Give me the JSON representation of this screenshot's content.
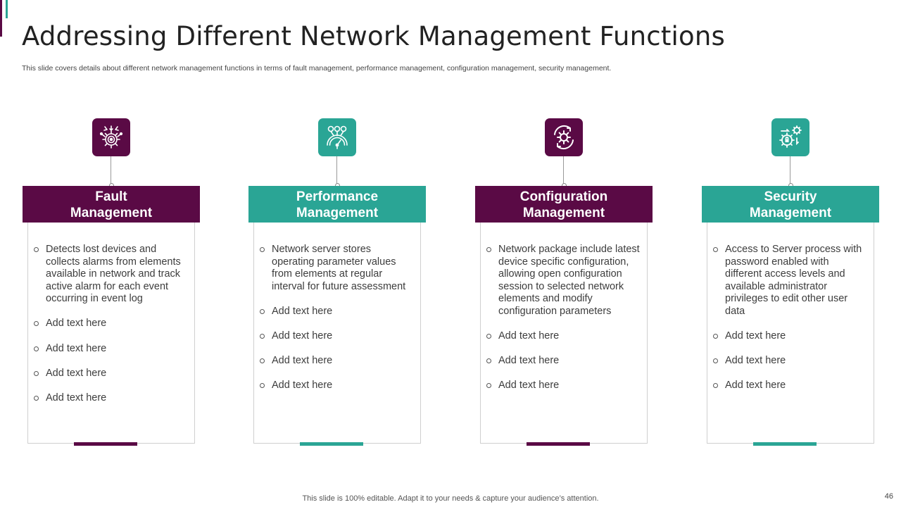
{
  "slide": {
    "title": "Addressing Different Network Management Functions",
    "subtitle": "This slide covers details about different network management functions in terms of fault management, performance management, configuration management, security management.",
    "footer_note": "This slide is 100% editable. Adapt it to your needs & capture your audience’s attention.",
    "page_number": "46"
  },
  "colors": {
    "purple": "#5a0a45",
    "teal": "#2aa595"
  },
  "cards": [
    {
      "icon": "target-gear-icon",
      "title_line1": "Fault",
      "title_line2": "Management",
      "items": [
        "Detects lost devices and collects alarms from elements available in network and track active alarm for each event occurring in event log",
        "Add text here",
        "Add text here",
        "Add text here",
        "Add text here"
      ]
    },
    {
      "icon": "performance-gauge-icon",
      "title_line1": "Performance",
      "title_line2": "Management",
      "items": [
        "Network server stores operating parameter values from elements at regular interval for future assessment",
        "Add text here",
        "Add text here",
        "Add text here",
        "Add text here"
      ]
    },
    {
      "icon": "gear-cycle-icon",
      "title_line1": "Configuration",
      "title_line2": "Management",
      "items": [
        "Network package include latest device specific configuration, allowing open configuration session to selected network elements and modify configuration parameters",
        "Add text here",
        "Add text here",
        "Add text here"
      ]
    },
    {
      "icon": "security-gear-lock-icon",
      "title_line1": "Security",
      "title_line2": "Management",
      "items": [
        "Access to Server process with password enabled with different access levels and available administrator privileges to edit other user data",
        "Add text here",
        "Add text here",
        "Add text here"
      ]
    }
  ]
}
